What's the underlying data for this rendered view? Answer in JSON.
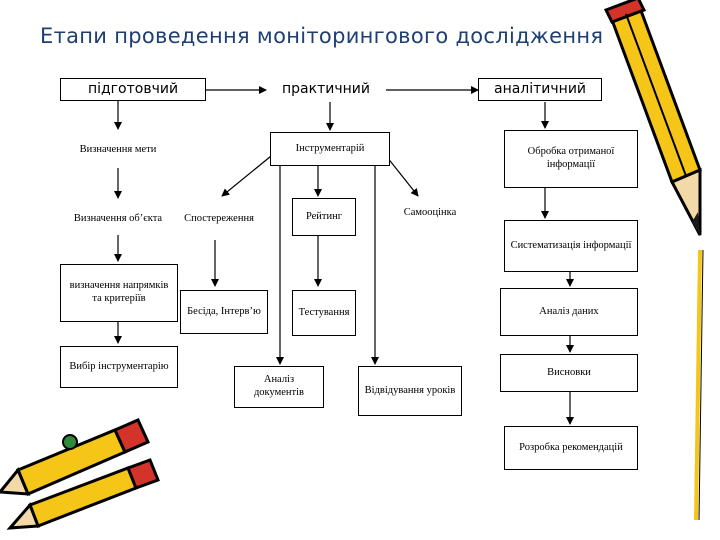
{
  "title": "Етапи проведення моніторингового дослідження",
  "stages": {
    "preparatory": "підготовчий",
    "practical": "практичний",
    "analytical": "аналітичний"
  },
  "preparatory_steps": [
    "Визначення мети",
    "Визначення об’єкта",
    "визначення напрямків та критеріїв",
    "Вибір інструментарію"
  ],
  "practical_steps": {
    "toolkit": "Інструментарій",
    "observation": "Спостереження",
    "rating": "Рейтинг",
    "self_assessment": "Самооцінка",
    "conversation": "Бесіда, Інтерв’ю",
    "testing": "Тестування",
    "document_analysis": "Аналіз документів",
    "lesson_visits": "Відвідування уроків"
  },
  "analytical_steps": [
    "Обробка отриманої інформації",
    "Систематизація інформації",
    "Аналіз даних",
    "Висновки",
    "Розробка рекомендацій"
  ],
  "decorations": {
    "pencil_colors": [
      "#f5c518",
      "#d4332a",
      "#2f8a3a",
      "#1a1a1a"
    ]
  }
}
